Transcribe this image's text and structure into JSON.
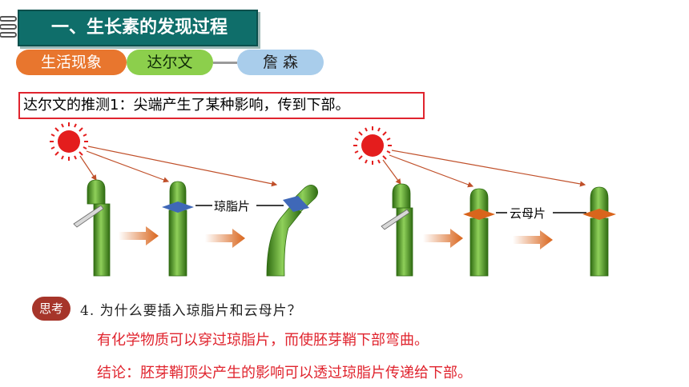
{
  "title": "一、生长素的发现过程",
  "steps": [
    "生活现象",
    "达尔文",
    "詹 森"
  ],
  "hypothesis": "达尔文的推测1：尖端产生了某种影响，传到下部。",
  "labels": {
    "agar": "琼脂片",
    "mica": "云母片"
  },
  "think": {
    "badge": "思考",
    "question": "4. 为什么要插入琼脂片和云母片？",
    "answer": "有化学物质可以穿过琼脂片，而使胚芽鞘下部弯曲。",
    "conclusion": "结论：胚芽鞘顶尖产生的影响可以透过琼脂片传递给下部。"
  },
  "colors": {
    "title_bg": "#0f6e6a",
    "step1": "#e8762e",
    "step2": "#8ccf4c",
    "step3": "#a9cdeb",
    "hypothesis_border": "#e0242e",
    "agar_block": "#3f68b8",
    "mica_block": "#d9651c",
    "coleoptile": "#5aa02a",
    "sun": "#e41d1d",
    "answer_text": "#e0242e"
  }
}
